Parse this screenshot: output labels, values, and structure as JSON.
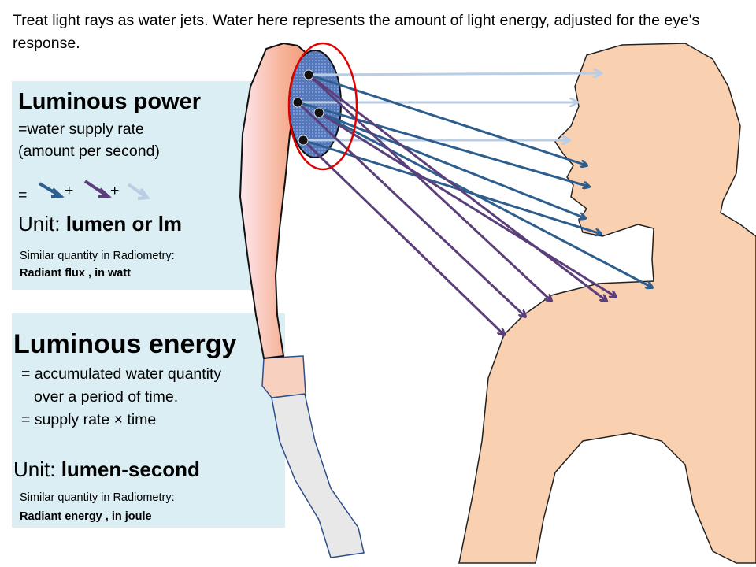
{
  "intro": "Treat light rays as water jets. Water here represents the amount of light energy, adjusted for the eye's response.",
  "power": {
    "title": "Luminous power",
    "line1": "=water supply rate",
    "line2": "(amount per second)",
    "equals": "=",
    "plus": "+",
    "unit_prefix": "Unit: ",
    "unit": "lumen or lm",
    "similar": "Similar quantity in Radiometry:",
    "radiometry": "Radiant flux  , in watt"
  },
  "energy": {
    "title": "Luminous energy",
    "line1": "= accumulated water  quantity",
    "line2": "over a period of time.",
    "line3": "= supply rate × time",
    "unit_prefix": "Unit: ",
    "unit": "lumen-second",
    "similar": "Similar quantity in Radiometry:",
    "radiometry": "Radiant energy , in joule"
  },
  "colors": {
    "panel": "#dbeef3",
    "ray_blue": "#2e5e8e",
    "ray_purple": "#5b3f7a",
    "ray_light": "#b9cde4",
    "skin": "#f9d1b0",
    "hose": "#f4a98a",
    "nozzle_ring": "#e00000"
  }
}
